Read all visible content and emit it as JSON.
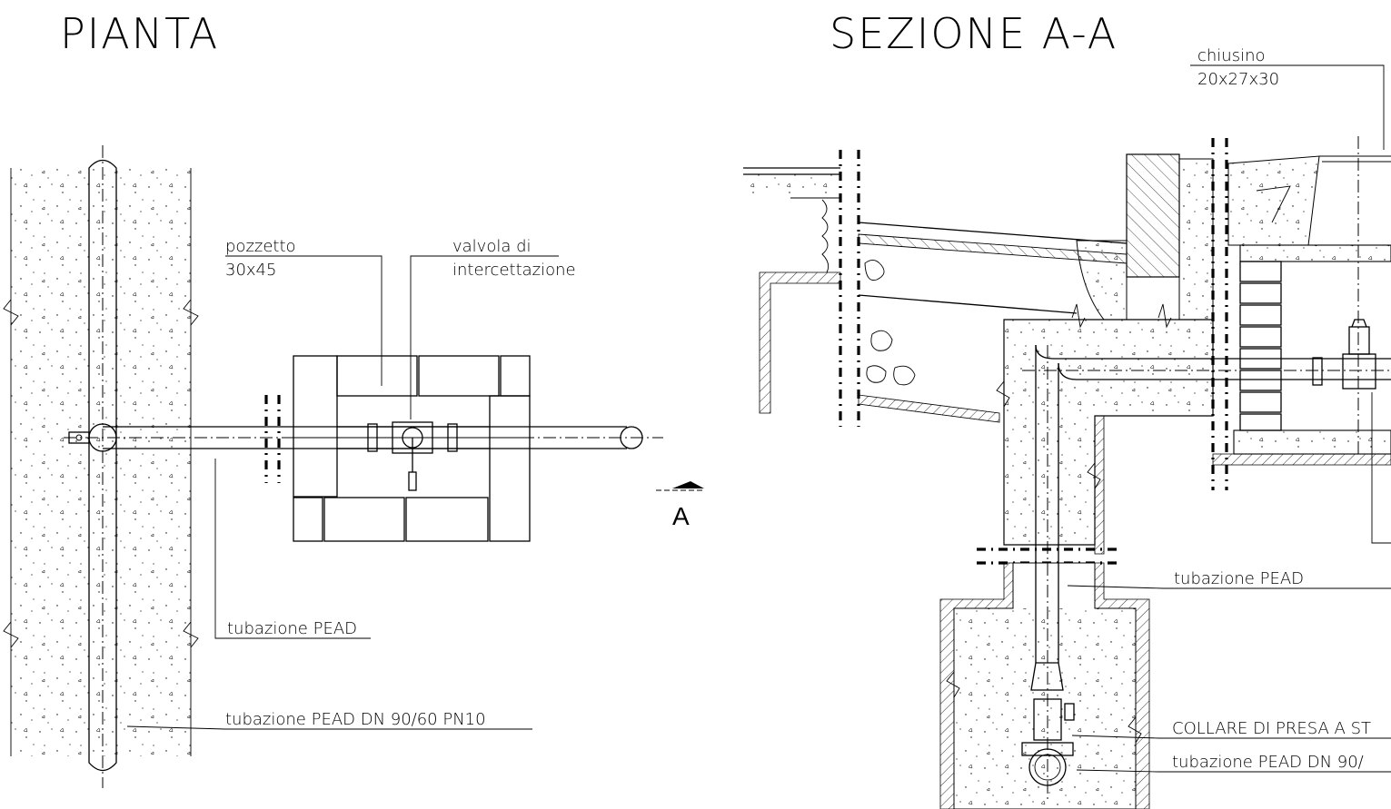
{
  "titles": {
    "plan": "PIANTA",
    "section": "SEZIONE A-A"
  },
  "plan_labels": {
    "pozzetto": "pozzetto",
    "pozzetto_dim": "30x45",
    "valvola": "valvola  di",
    "valvola2": "intercettazione",
    "pead": "tubazione  PEAD",
    "pead_dn": "tubazione  PEAD  DN  90/60  PN10",
    "section_mark": "A"
  },
  "section_labels": {
    "chiusino": "chiusino",
    "chiusino_dim": "20x27x30",
    "pead": "tubazione  PEAD",
    "collare": "COLLARE  DI  PRESA  A  ST",
    "pead_dn": "tubazione  PEAD  DN  90/"
  }
}
